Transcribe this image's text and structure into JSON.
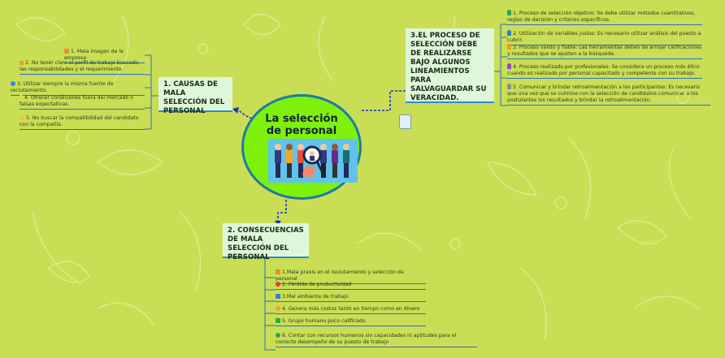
{
  "center": {
    "title_line1": "La selección",
    "title_line2": "de personal"
  },
  "branches": {
    "causas": {
      "title": "1. CAUSAS DE MALA SELECCIÓN DEL PERSONAL",
      "items": [
        "1. Mala imagen de la empresa",
        "2. No tener claro el perfil de trabajo buscado, las responsabilidades y el requerimiento.",
        "3. Utilizar siempre la misma fuente de reclutamiento.",
        "4. Ofrecer condiciones fuera del mercado o falsas expectativas.",
        "5. No buscar la compatibilidad del candidato con la compañía."
      ]
    },
    "consecuencias": {
      "title": "2. CONSECUENCIAS DE MALA SELECCIÓN DEL PERSONAL",
      "items": [
        "1.Mala praxis en el reclutamiento y selección de personal",
        "2. Pérdida de productividad",
        "3.Mal ambiente de trabajo",
        "4. Genera más costos tanto en tiempo como en dinero",
        "5. Grupo humano poco calificado.",
        "6. Contar con recursos humanos sin capacidades ni aptitudes para el correcto desempeño de su puesto de trabajo"
      ]
    },
    "proceso": {
      "title": "3.EL PROCESO DE SELECCIÓN DEBE DE REALIZARSE BAJO ALGUNOS LINEAMIENTOS PARA SALVAGUARDAR SU VERACIDAD.",
      "items": [
        "1. Proceso de selección objetivo: Se debe utilizar métodos cuantitativos, reglas de decisión y criterios específicos.",
        "2. Utilización de variables justas: Es necesario utilizar análisis del puesto a cubrir.",
        "3. Proceso válido y fiable: Las herramientas deben de arrojar calificaciones y resultados que se ajusten a la búsqueda.",
        "4. Proceso realizado por profesionales: Se considera un proceso más ético cuando es realizado por personal capacitado y competente con su trabajo.",
        "5. Comunicar y brindar retroalimentación a los participantes: Es necesario que una vez que se culmine con la selección de candidatos comunicar a los postulantes los resultados y brindar la retroalimentación."
      ]
    }
  },
  "colors": {
    "background": "#c9de55",
    "center_fill": "#7ff00c",
    "center_border": "#1f79a6",
    "connector": "#1a34c8",
    "branch_fill": "#dff7d9"
  },
  "icons": {
    "causas": [
      "image-icon",
      "warning-icon",
      "globe-icon",
      "pencil-icon",
      "sun-icon"
    ],
    "consecuencias": [
      "image-icon",
      "target-icon",
      "calendar-icon",
      "sun-icon",
      "handshake-icon",
      "check-icon"
    ],
    "proceso": [
      "person-icon",
      "person-icon",
      "person-icon",
      "person-icon",
      "person-icon"
    ]
  }
}
